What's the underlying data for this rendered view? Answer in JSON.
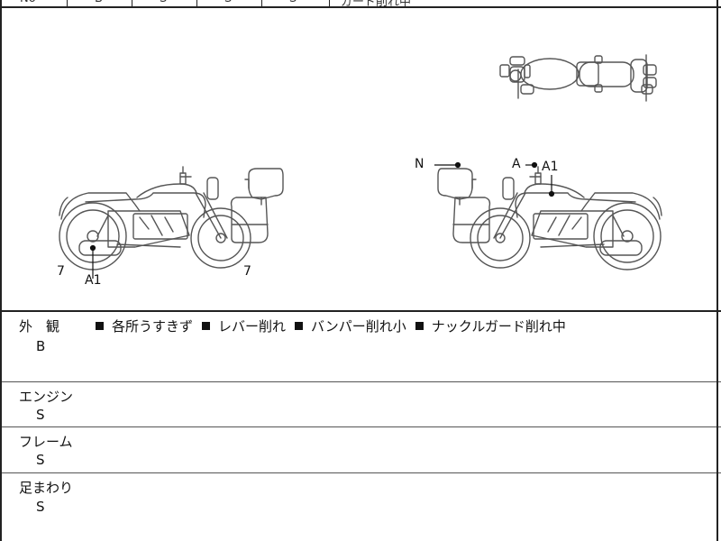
{
  "top_strip": {
    "cells": [
      "No",
      "B",
      "S",
      "S",
      "S"
    ],
    "note": "ガード削れ中"
  },
  "diagram": {
    "left_view": {
      "marks": [
        {
          "code": "7"
        },
        {
          "code": "A1"
        },
        {
          "code": "7"
        }
      ]
    },
    "right_view": {
      "marks": [
        {
          "code": "N"
        },
        {
          "code": "A"
        },
        {
          "code": "A1"
        }
      ]
    }
  },
  "rows": [
    {
      "label": "外　観",
      "grade": "B",
      "notes": [
        "各所うすきず",
        "レバー削れ",
        "バンパー削れ小",
        "ナックルガード削れ中"
      ]
    },
    {
      "label": "エンジン",
      "grade": "S"
    },
    {
      "label": "フレーム",
      "grade": "S"
    },
    {
      "label": "足まわり",
      "grade": "S"
    }
  ]
}
